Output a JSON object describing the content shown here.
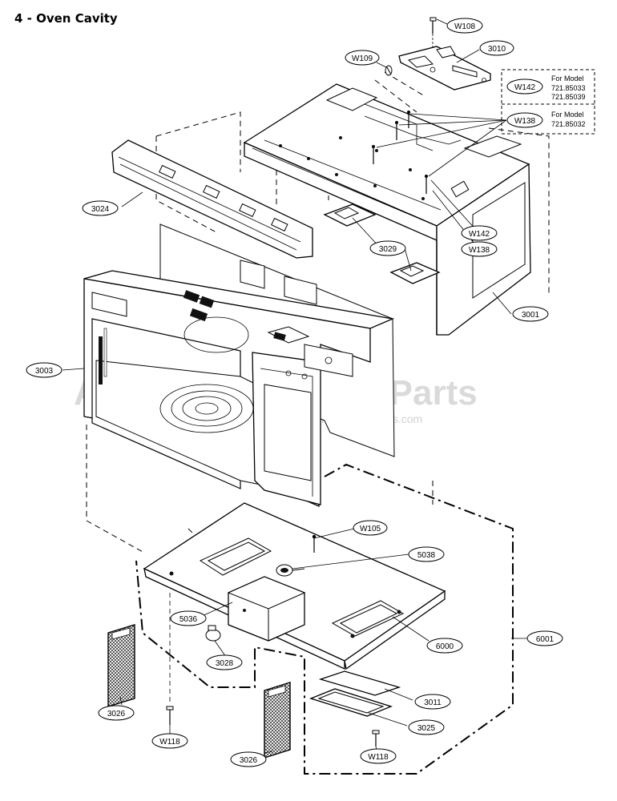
{
  "title": "4 - Oven Cavity",
  "watermark": {
    "main": "Appliance Factory Parts",
    "url": "©http://www.appliancefactoryparts.com"
  },
  "part_labels": {
    "w108": "W108",
    "w109": "W109",
    "p3010": "3010",
    "w142_top": "W142",
    "w138_top": "W138",
    "p3024": "3024",
    "w142_side": "W142",
    "p3029": "3029",
    "w138_side": "W138",
    "p3001": "3001",
    "p3003": "3003",
    "w105": "W105",
    "p5038": "5038",
    "p5036": "5036",
    "p6000": "6000",
    "p6001": "6001",
    "p3028": "3028",
    "p3026_left": "3026",
    "p3011": "3011",
    "p3025": "3025",
    "w118_left": "W118",
    "p3026_bottom": "3026",
    "w118_right": "W118"
  },
  "model_notes": {
    "w142": {
      "prefix": "For Model",
      "models": [
        "721.85033",
        "721.85039"
      ]
    },
    "w138": {
      "prefix": "For Model",
      "models": [
        "721.85032"
      ]
    }
  }
}
